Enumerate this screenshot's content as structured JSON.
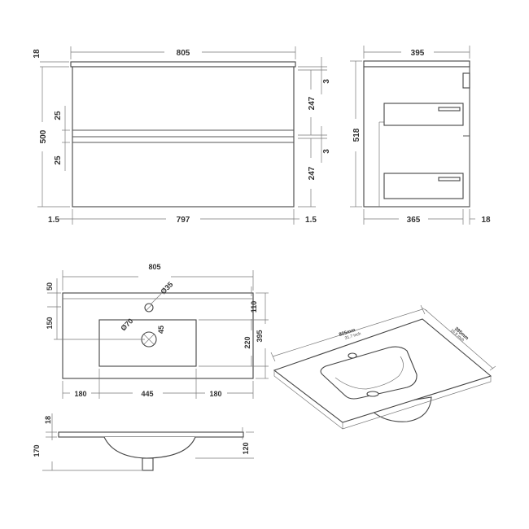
{
  "front_view": {
    "overall_width": "805",
    "top_thickness": "18",
    "body_height": "500",
    "gap_top": "3",
    "drawer_height_upper": "247",
    "gap_mid": "3",
    "drawer_height_lower": "247",
    "handle_recess_upper": "25",
    "handle_recess_lower": "25",
    "side_offset_left": "1.5",
    "inner_width": "797",
    "side_offset_right": "1.5"
  },
  "side_view": {
    "overall_depth": "395",
    "overall_height": "518",
    "cabinet_depth": "365",
    "front_thickness": "18"
  },
  "basin_plan": {
    "overall_width": "805",
    "front_margin": "50",
    "tap_hole": "Ø35",
    "waste_hole": "Ø70",
    "waste_offset": "45",
    "bowl_top_offset": "150",
    "back_to_bowl": "110",
    "bowl_depth": "220",
    "overall_depth": "395",
    "left_margin": "180",
    "bowl_width": "445",
    "right_margin": "180"
  },
  "basin_section": {
    "top_thickness": "18",
    "overall_depth": "170",
    "bowl_depth": "120"
  },
  "basin_3d": {
    "width_label": "805mm",
    "width_sub": "31.7 inch",
    "depth_label": "395mm",
    "depth_sub": "15.5 inch"
  }
}
